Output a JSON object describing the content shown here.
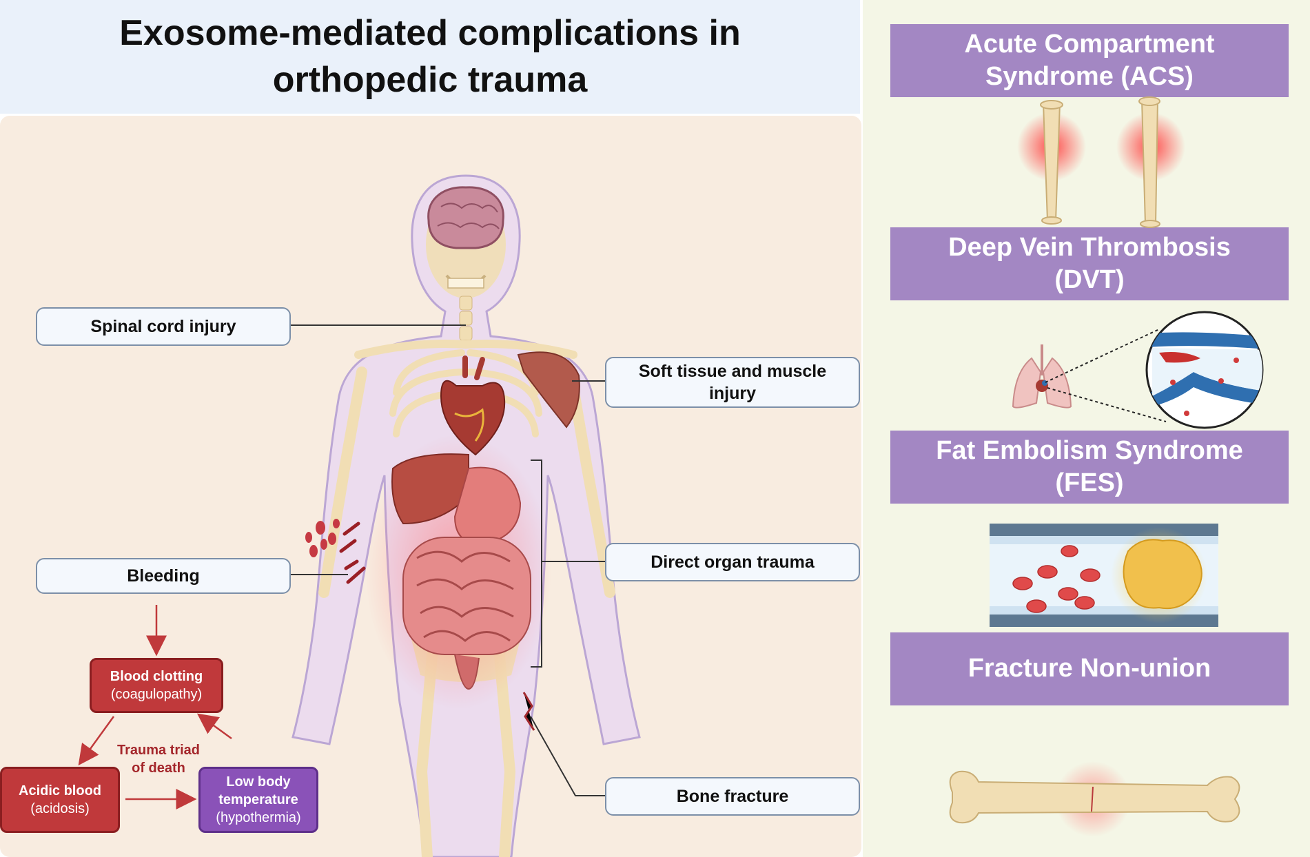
{
  "title": "Exosome-mediated complications in\northopedic trauma",
  "injuries": {
    "spinal": "Spinal cord injury",
    "soft_tissue": "Soft tissue and muscle injury",
    "bleeding": "Bleeding",
    "organ": "Direct organ trauma",
    "fracture": "Bone fracture"
  },
  "triad": {
    "label": "Trauma triad\nof death",
    "clotting": {
      "title": "Blood clotting",
      "sub": "(coagulopathy)"
    },
    "acidosis": {
      "title": "Acidic blood",
      "sub": "(acidosis)"
    },
    "hypothermia": {
      "title": "Low body temperature",
      "sub": "(hypothermia)"
    }
  },
  "complications": {
    "acs": "Acute Compartment\nSyndrome (ACS)",
    "dvt": "Deep Vein Thrombosis\n(DVT)",
    "fes": "Fat Embolism Syndrome\n(FES)",
    "nonunion": "Fracture Non-union"
  },
  "colors": {
    "title_bg": "#eaf1fa",
    "left_bg": "#f8ece0",
    "right_bg": "#f4f6e6",
    "banner": "#a387c3",
    "triad_red": "#c0393b",
    "triad_purple": "#8a52b8",
    "bone": "#f1deb4"
  },
  "icons": [
    "human-body-illustration",
    "brain-icon",
    "heart-icon",
    "lungs-icon",
    "blood-vessel-icon",
    "bone-icon",
    "fat-globule-icon",
    "blood-drop-icon"
  ]
}
